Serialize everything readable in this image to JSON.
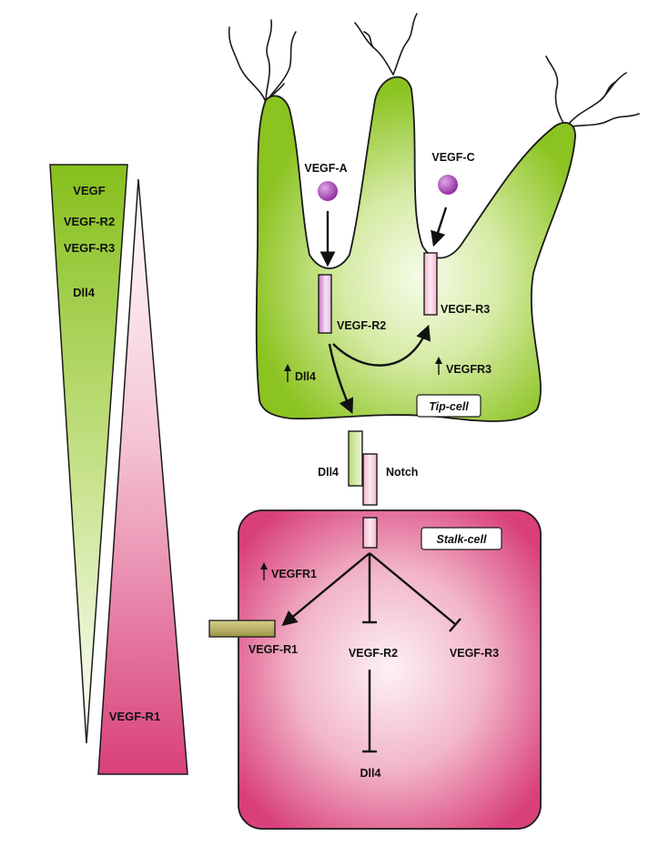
{
  "colors": {
    "green_dark": "#8bc320",
    "green_light": "#f2f9df",
    "pink_dark": "#d9407a",
    "pink_light": "#fce6ee",
    "receptor_fill": "#f3d4f2",
    "receptor_dark": "#c46fc4",
    "ligand": "#a73bb5",
    "vegfr1_bar": "#b8b068",
    "outline": "#1a1a1a"
  },
  "gradient_left": {
    "green_labels": [
      "VEGF",
      "VEGF-R2",
      "VEGF-R3",
      "Dll4"
    ],
    "pink_label": "VEGF-R1"
  },
  "tip_cell": {
    "name": "Tip-cell",
    "ligand_a": "VEGF-A",
    "ligand_c": "VEGF-C",
    "receptor_r2": "VEGF-R2",
    "receptor_r3": "VEGF-R3",
    "up_dll4": "Dll4",
    "up_vegfr3": "VEGFR3"
  },
  "junction": {
    "dll4": "Dll4",
    "notch": "Notch"
  },
  "stalk_cell": {
    "name": "Stalk-cell",
    "up_vegfr1": "VEGFR1",
    "target_r1": "VEGF-R1",
    "target_r2": "VEGF-R2",
    "target_r3": "VEGF-R3",
    "target_dll4": "Dll4"
  },
  "glyphs": {
    "up_arrow": "↑"
  }
}
